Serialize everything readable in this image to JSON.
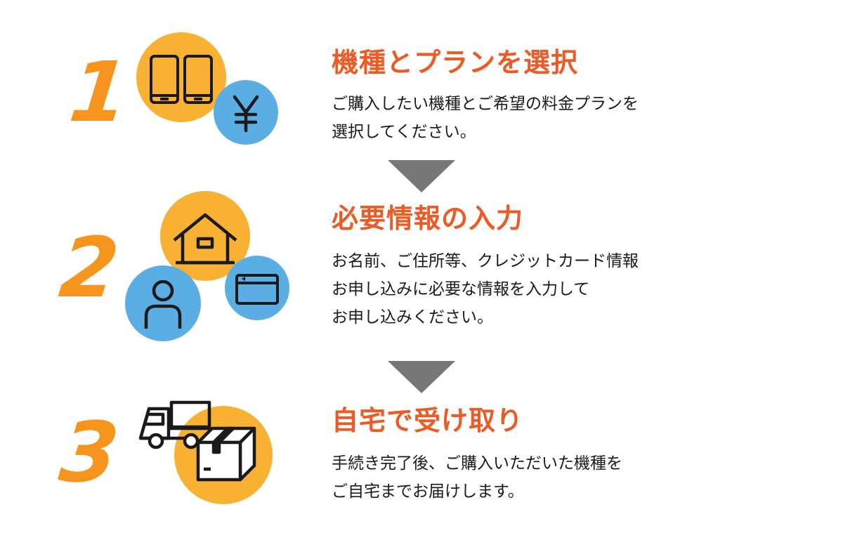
{
  "colors": {
    "number": "#f7941d",
    "title": "#ed5a24",
    "circle_orange": "#f8b133",
    "circle_blue": "#5aaee3",
    "arrow": "#777777",
    "text": "#1a1a1a"
  },
  "steps": [
    {
      "number": "1",
      "title": "機種とプランを選択",
      "desc": [
        "ご購入したい機種とご希望の料金プランを",
        "選択してください。"
      ],
      "icons": [
        "smartphone-icon",
        "smartphone-icon",
        "yen-icon"
      ]
    },
    {
      "number": "2",
      "title": "必要情報の入力",
      "desc": [
        "お名前、ご住所等、クレジットカード情報",
        "お申し込みに必要な情報を入力して",
        "お申し込みください。"
      ],
      "icons": [
        "house-icon",
        "person-icon",
        "credit-card-icon"
      ]
    },
    {
      "number": "3",
      "title": "自宅で受け取り",
      "desc": [
        "手続き完了後、ご購入いただいた機種を",
        "ご自宅までお届けします。"
      ],
      "icons": [
        "delivery-truck-icon",
        "package-box-icon"
      ]
    }
  ]
}
